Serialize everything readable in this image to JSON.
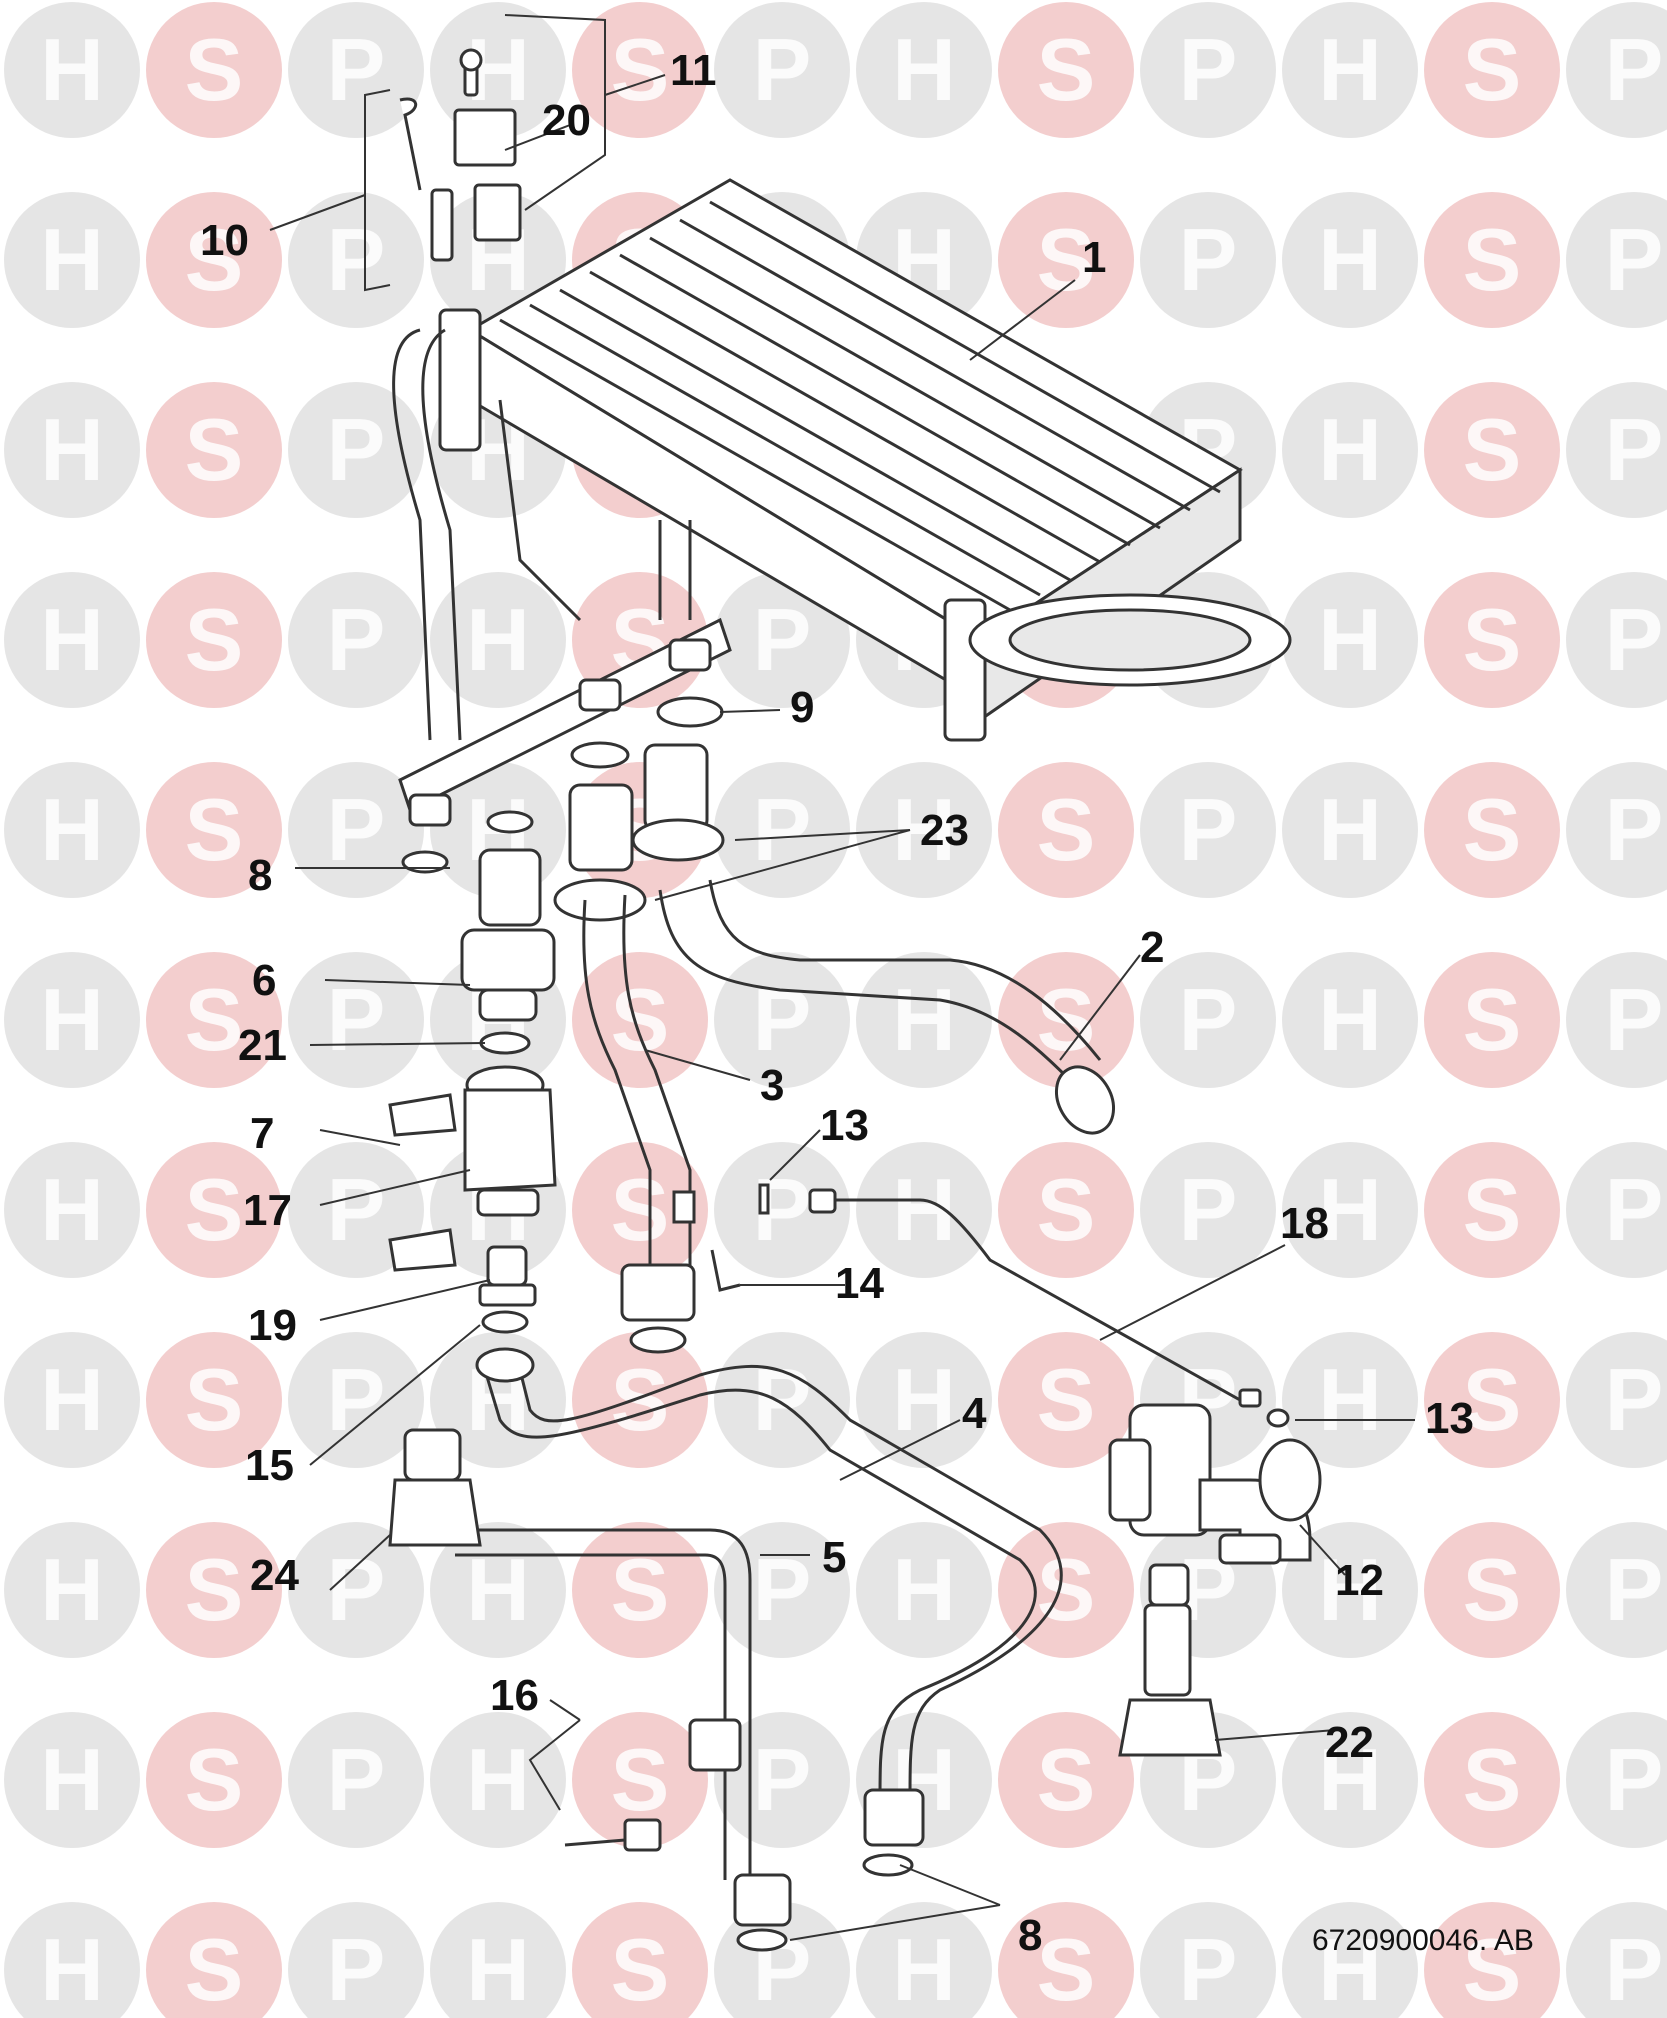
{
  "watermark": {
    "letters": [
      "H",
      "S",
      "P"
    ],
    "colors": {
      "grey": "#cfcfcf",
      "red": "#e9a6a6"
    }
  },
  "reference": "6720900046. AB",
  "callouts": [
    {
      "id": "c1",
      "label": "1"
    },
    {
      "id": "c2",
      "label": "2"
    },
    {
      "id": "c3",
      "label": "3"
    },
    {
      "id": "c4",
      "label": "4"
    },
    {
      "id": "c5",
      "label": "5"
    },
    {
      "id": "c6",
      "label": "6"
    },
    {
      "id": "c7",
      "label": "7"
    },
    {
      "id": "c8a",
      "label": "8"
    },
    {
      "id": "c8b",
      "label": "8"
    },
    {
      "id": "c9",
      "label": "9"
    },
    {
      "id": "c10",
      "label": "10"
    },
    {
      "id": "c11",
      "label": "11"
    },
    {
      "id": "c12",
      "label": "12"
    },
    {
      "id": "c13a",
      "label": "13"
    },
    {
      "id": "c13b",
      "label": "13"
    },
    {
      "id": "c14",
      "label": "14"
    },
    {
      "id": "c15",
      "label": "15"
    },
    {
      "id": "c16",
      "label": "16"
    },
    {
      "id": "c17",
      "label": "17"
    },
    {
      "id": "c18",
      "label": "18"
    },
    {
      "id": "c19",
      "label": "19"
    },
    {
      "id": "c20",
      "label": "20"
    },
    {
      "id": "c21",
      "label": "21"
    },
    {
      "id": "c22",
      "label": "22"
    },
    {
      "id": "c23",
      "label": "23"
    },
    {
      "id": "c24",
      "label": "24"
    }
  ]
}
